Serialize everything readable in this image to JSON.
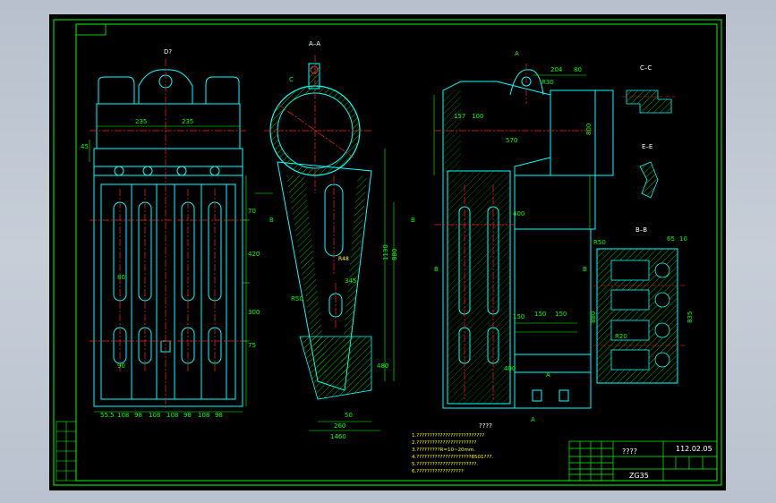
{
  "views": {
    "left_title": "D?",
    "section_aa": "A–A",
    "section_cc": "C–C",
    "section_ee": "E–E",
    "section_bb": "B–B",
    "right_title": "????"
  },
  "left_dims": {
    "top_a": "235",
    "top_b": "235",
    "side_45": "45",
    "right_70": "70",
    "right_420": "420",
    "right_300": "300",
    "right_75": "75",
    "slot_80": "80",
    "slot_90": "90",
    "bottom": [
      "55.5",
      "108",
      "98",
      "108",
      "108",
      "98",
      "108",
      "98"
    ]
  },
  "mid_dims": {
    "r_label": "R50",
    "d_345": "345",
    "d_260": "260",
    "d_1460": "1460",
    "d_480": "480",
    "d_50": "50",
    "v_1130": "1130",
    "v_880": "880",
    "r48": "R48"
  },
  "right_dims": {
    "d_204": "204",
    "d_80": "80",
    "d_r30": "R30",
    "d_157": "157",
    "d_100": "100",
    "d_570": "570",
    "d_150a": "150",
    "d_150b": "150",
    "d_150c": "150",
    "d_400": "400",
    "d_400b": "400",
    "d_800": "800"
  },
  "bb_dims": {
    "r50": "R50",
    "r20": "R20",
    "d_65": "65",
    "d_10": "10",
    "d_880": "880",
    "d_835": "835"
  },
  "markers": {
    "a": "A",
    "b": "B",
    "c": "C",
    "e": "E"
  },
  "notes": {
    "title": "????",
    "lines": [
      "1.??????????????????????????",
      "2.???????????????????????",
      "3.?????????R=10~20mm.",
      "4.?????????????????????8501???.",
      "5.???????????????????????.",
      "6.??????????????????"
    ]
  },
  "title_block": {
    "name": "????",
    "code": "112.02.05",
    "material": "ZG35"
  },
  "colors": {
    "background": "#000000",
    "frame": "#00ff00",
    "cyan": "#00ffff",
    "red": "#ff2020",
    "yellow": "#ffff00",
    "white": "#ffffff",
    "viewer_bg": "#bfc7d2"
  }
}
